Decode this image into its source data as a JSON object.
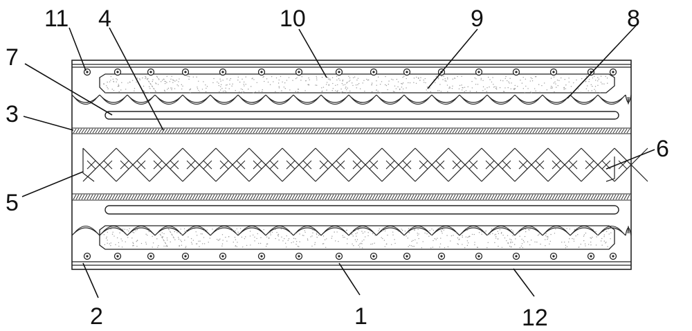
{
  "callouts": [
    {
      "id": "1",
      "text": "1"
    },
    {
      "id": "2",
      "text": "2"
    },
    {
      "id": "3",
      "text": "3"
    },
    {
      "id": "4",
      "text": "4"
    },
    {
      "id": "5",
      "text": "5"
    },
    {
      "id": "6",
      "text": "6"
    },
    {
      "id": "7",
      "text": "7"
    },
    {
      "id": "8",
      "text": "8"
    },
    {
      "id": "9",
      "text": "9"
    },
    {
      "id": "10",
      "text": "10"
    },
    {
      "id": "11",
      "text": "11"
    },
    {
      "id": "12",
      "text": "12"
    }
  ],
  "colors": {
    "line": "#222222",
    "fill": "#ffffff",
    "stipple": "#9a9a9a"
  }
}
